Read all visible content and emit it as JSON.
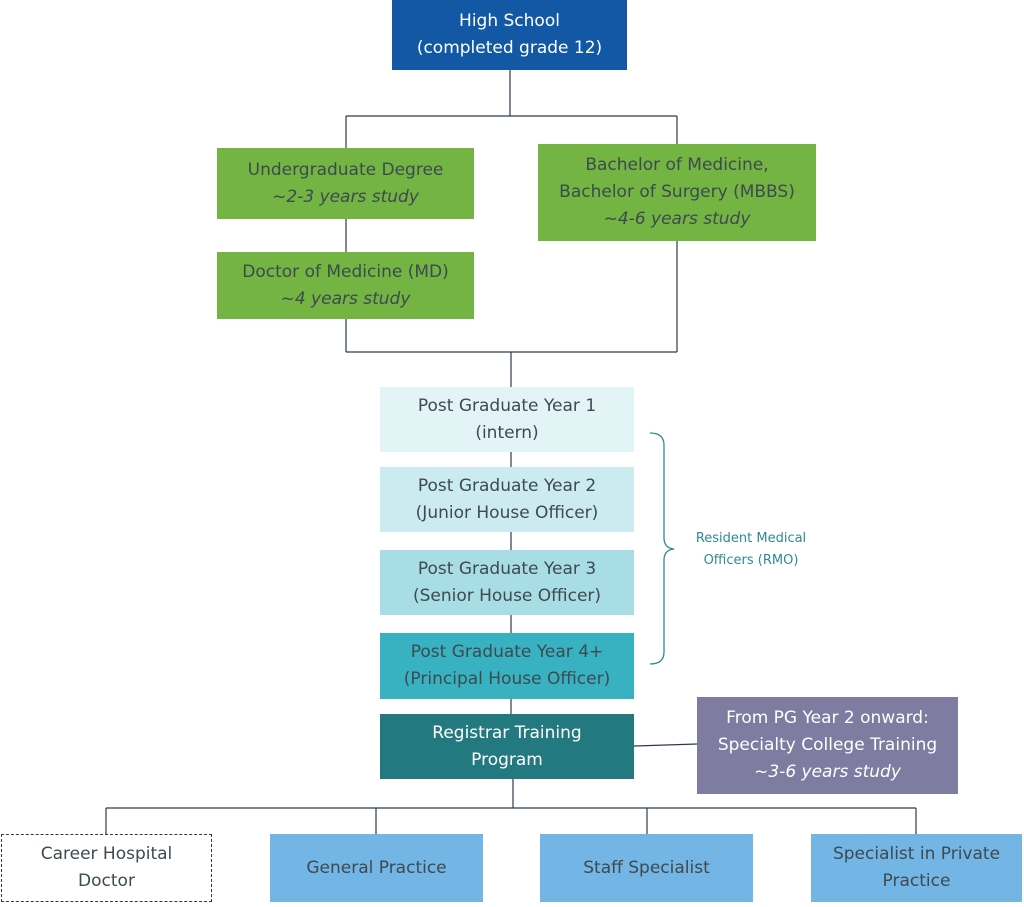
{
  "colors": {
    "navy": "#1258a4",
    "green": "#73b443",
    "pg1": "#e3f4f7",
    "pg2": "#cbebf0",
    "pg3": "#a8dde6",
    "pg4": "#38b2c1",
    "registrar": "#237980",
    "specialty": "#7e7ca1",
    "outcome": "#73b5e4",
    "line": "#2a3a50",
    "brace": "#2e8a92"
  },
  "nodes": {
    "high_school": {
      "line1": "High School",
      "line2": "(completed grade 12)"
    },
    "undergrad": {
      "line1": "Undergraduate Degree",
      "line2": "~2-3 years study"
    },
    "md": {
      "line1": "Doctor of Medicine (MD)",
      "line2": "~4 years study"
    },
    "mbbs": {
      "line1": "Bachelor of Medicine,",
      "line2": "Bachelor of Surgery (MBBS)",
      "line3": "~4-6 years study"
    },
    "pg1": {
      "line1": "Post Graduate Year 1",
      "line2": "(intern)"
    },
    "pg2": {
      "line1": "Post Graduate Year 2",
      "line2": "(Junior House Officer)"
    },
    "pg3": {
      "line1": "Post Graduate Year 3",
      "line2": "(Senior House Officer)"
    },
    "pg4": {
      "line1": "Post Graduate Year 4+",
      "line2": "(Principal House Officer)"
    },
    "registrar": {
      "line1": "Registrar Training",
      "line2": "Program"
    },
    "specialty": {
      "line1": "From PG Year 2 onward:",
      "line2": "Specialty College Training",
      "line3": "~3-6 years study"
    },
    "career": {
      "line1": "Career Hospital",
      "line2": "Doctor"
    },
    "gp": {
      "line1": "General Practice"
    },
    "staff": {
      "line1": "Staff Specialist"
    },
    "private": {
      "line1": "Specialist in Private",
      "line2": "Practice"
    }
  },
  "rmo": {
    "line1": "Resident Medical",
    "line2": "Officers (RMO)"
  }
}
